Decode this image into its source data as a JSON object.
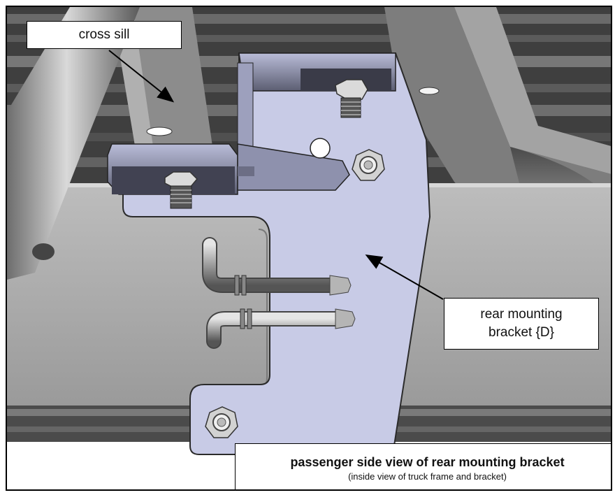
{
  "labels": {
    "cross_sill": "cross sill",
    "rear_bracket_line1": "rear mounting",
    "rear_bracket_line2": "bracket {D}"
  },
  "caption": {
    "title": "passenger side view of rear mounting bracket",
    "subtitle": "(inside view of truck frame and bracket)"
  },
  "colors": {
    "bracket": "#c8cbe6",
    "frame_steel": "#8a8a8a",
    "rail": "#a6a6a6",
    "background_dark": "#3a3a3a",
    "arrow": "#000000"
  },
  "icons": [
    "hex-bolt-icon",
    "hex-nut-icon",
    "hose-fitting-icon"
  ]
}
